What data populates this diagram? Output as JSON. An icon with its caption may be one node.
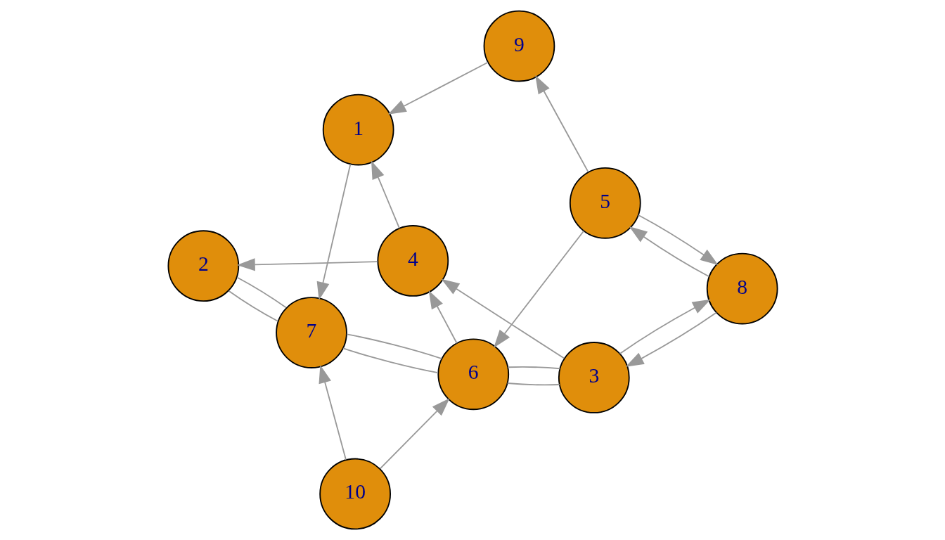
{
  "diagram": {
    "nodes": [
      {
        "text": [
          "1"
        ]
      },
      {
        "text": [
          "2"
        ]
      },
      {
        "text": [
          "3"
        ]
      },
      {
        "text": [
          "4"
        ]
      },
      {
        "text": [
          "5"
        ]
      },
      {
        "text": [
          "6"
        ]
      },
      {
        "text": [
          "7"
        ]
      },
      {
        "text": [
          "8"
        ]
      },
      {
        "text": [
          "9"
        ]
      },
      {
        "text": [
          "10"
        ]
      }
    ],
    "edges": [
      {
        "from": 9,
        "to": 5,
        "arrow": "to"
      },
      {
        "from": 9,
        "to": 6,
        "arrow": "to"
      },
      {
        "from": 2,
        "to": 5,
        "arrow": "none"
      },
      {
        "from": 5,
        "to": 2,
        "arrow": "none"
      },
      {
        "from": 2,
        "to": 7,
        "arrow": "to"
      },
      {
        "from": 7,
        "to": 2,
        "arrow": "to"
      },
      {
        "from": 7,
        "to": 4,
        "arrow": "to"
      },
      {
        "from": 4,
        "to": 7,
        "arrow": "to"
      },
      {
        "from": 4,
        "to": 5,
        "arrow": "to"
      },
      {
        "from": 2,
        "to": 3,
        "arrow": "to"
      },
      {
        "from": 5,
        "to": 3,
        "arrow": "to"
      },
      {
        "from": 5,
        "to": 6,
        "arrow": "none"
      },
      {
        "from": 6,
        "to": 5,
        "arrow": "none"
      },
      {
        "from": 6,
        "to": 1,
        "arrow": "none"
      },
      {
        "from": 1,
        "to": 6,
        "arrow": "none"
      },
      {
        "from": 3,
        "to": 1,
        "arrow": "to"
      },
      {
        "from": 3,
        "to": 0,
        "arrow": "to"
      },
      {
        "from": 0,
        "to": 6,
        "arrow": "to"
      },
      {
        "from": 4,
        "to": 8,
        "arrow": "to"
      },
      {
        "from": 8,
        "to": 0,
        "arrow": "to"
      }
    ]
  }
}
